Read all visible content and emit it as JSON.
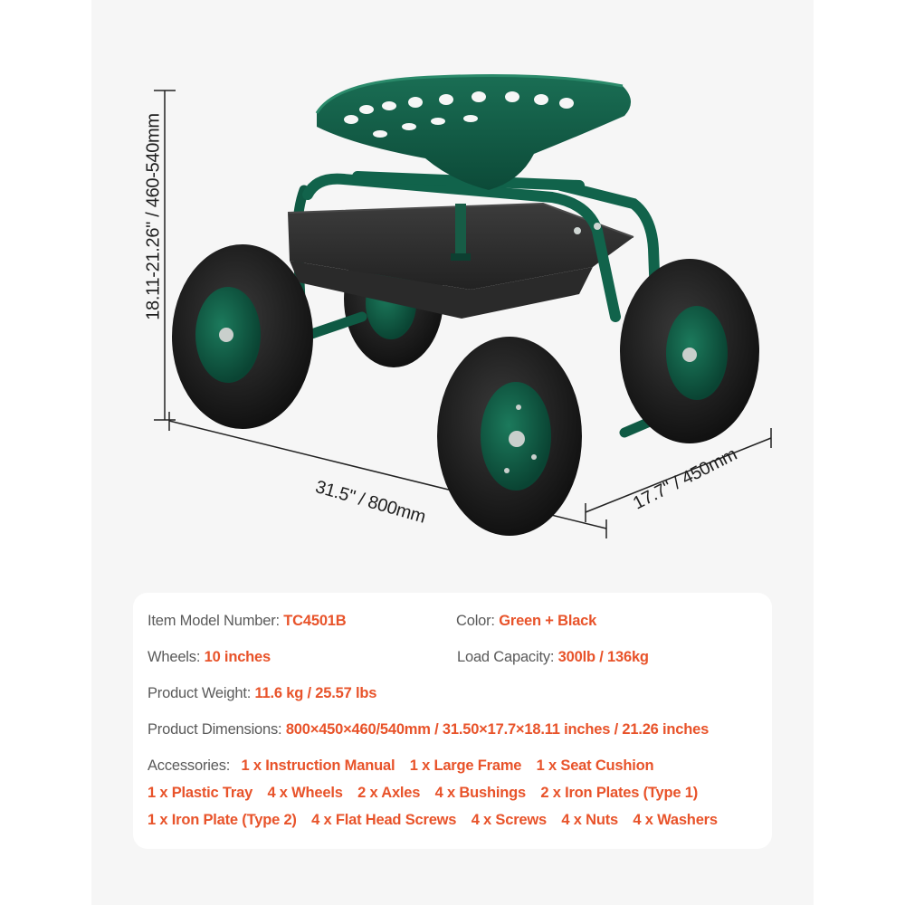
{
  "dimensions": {
    "height": "18.11-21.26\" / 460-540mm",
    "length": "31.5\" / 800mm",
    "width": "17.7\" / 450mm"
  },
  "product": {
    "name": "garden rolling work seat",
    "colors": {
      "frame": "#0f5a44",
      "tire": "#1a1a1a",
      "tray": "#2e2e2e",
      "accent": "#e8532a",
      "label": "#5a5a5a",
      "panel": "#f6f6f6"
    }
  },
  "specs": {
    "model": {
      "label": "Item Model Number:",
      "value": "TC4501B"
    },
    "color": {
      "label": "Color:",
      "value": "Green + Black"
    },
    "wheels": {
      "label": "Wheels:",
      "value": "10 inches"
    },
    "load": {
      "label": "Load Capacity:",
      "value": "300lb / 136kg"
    },
    "weight": {
      "label": "Product Weight:",
      "value": "11.6 kg / 25.57 lbs"
    },
    "dimensions": {
      "label": "Product Dimensions:",
      "value": "800×450×460/540mm / 31.50×17.7×18.11 inches / 21.26 inches"
    },
    "accessories": {
      "label": "Accessories:",
      "items": [
        "1 x Instruction Manual",
        "1 x Large Frame",
        "1 x Seat Cushion",
        "1 x Plastic Tray",
        "4 x Wheels",
        "2 x Axles",
        "4 x Bushings",
        "2 x Iron Plates (Type 1)",
        "1 x Iron Plate (Type 2)",
        "4 x Flat Head Screws",
        "4 x Screws",
        "4 x Nuts",
        "4 x Washers"
      ]
    }
  }
}
